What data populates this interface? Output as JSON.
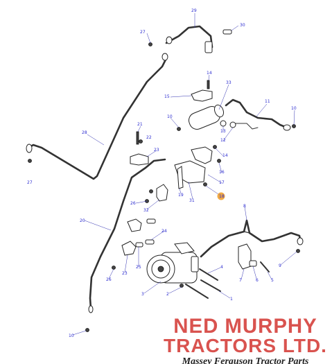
{
  "callouts": [
    {
      "id": "c1",
      "label": "1"
    },
    {
      "id": "c2",
      "label": "2"
    },
    {
      "id": "c3",
      "label": "3"
    },
    {
      "id": "c4",
      "label": "4"
    },
    {
      "id": "c5",
      "label": "5"
    },
    {
      "id": "c6",
      "label": "6"
    },
    {
      "id": "c7",
      "label": "7"
    },
    {
      "id": "c8",
      "label": "8"
    },
    {
      "id": "c9",
      "label": "9"
    },
    {
      "id": "c10a",
      "label": "10"
    },
    {
      "id": "c10b",
      "label": "10"
    },
    {
      "id": "c10c",
      "label": "10"
    },
    {
      "id": "c11",
      "label": "11"
    },
    {
      "id": "c12",
      "label": "12"
    },
    {
      "id": "c13",
      "label": "13"
    },
    {
      "id": "c14a",
      "label": "14"
    },
    {
      "id": "c14b",
      "label": "14"
    },
    {
      "id": "c15",
      "label": "15"
    },
    {
      "id": "c16",
      "label": "16"
    },
    {
      "id": "c17",
      "label": "17"
    },
    {
      "id": "c18",
      "label": "18"
    },
    {
      "id": "c19",
      "label": "19"
    },
    {
      "id": "c20",
      "label": "20"
    },
    {
      "id": "c21",
      "label": "21"
    },
    {
      "id": "c22",
      "label": "22"
    },
    {
      "id": "c23a",
      "label": "23"
    },
    {
      "id": "c23b",
      "label": "23"
    },
    {
      "id": "c24",
      "label": "24"
    },
    {
      "id": "c25",
      "label": "25"
    },
    {
      "id": "c26a",
      "label": "26"
    },
    {
      "id": "c26b",
      "label": "26"
    },
    {
      "id": "c27a",
      "label": "27"
    },
    {
      "id": "c27b",
      "label": "27"
    },
    {
      "id": "c28",
      "label": "28"
    },
    {
      "id": "c29",
      "label": "29"
    },
    {
      "id": "c30",
      "label": "30"
    },
    {
      "id": "c31",
      "label": "31"
    },
    {
      "id": "c32",
      "label": "32"
    },
    {
      "id": "c33",
      "label": "33"
    }
  ],
  "highlighted_callout": "c18",
  "colors": {
    "callout_text": "#2a2ad0",
    "highlight": "#f0a030",
    "logo_red": "#d9534f",
    "logo_tagline": "#222222"
  },
  "logo": {
    "line1": "NED MURPHY",
    "line2": "TRACTORS LTD.",
    "tagline": "Massey Ferguson Tractor Parts"
  }
}
